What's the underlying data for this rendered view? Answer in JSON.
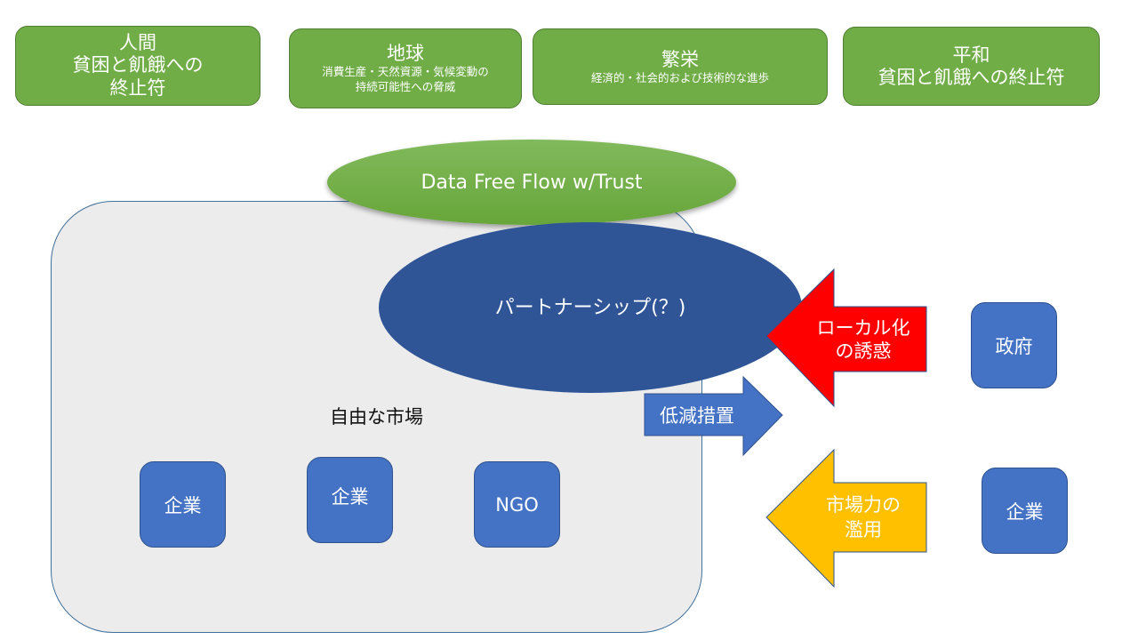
{
  "goals": [
    {
      "title": "人間",
      "lines": [
        "貧困と飢餓への",
        "終止符"
      ],
      "style": "big"
    },
    {
      "title": "地球",
      "lines": [
        "消費生産・天然資源・気候変動の",
        "持続可能性への脅威"
      ],
      "style": "small"
    },
    {
      "title": "繁栄",
      "lines": [
        "経済的・社会的および技術的な進歩"
      ],
      "style": "small"
    },
    {
      "title": "平和",
      "lines": [
        "貧困と飢餓への終止符"
      ],
      "style": "big"
    }
  ],
  "dfft": {
    "label": "Data Free Flow w/Trust",
    "color": "#70ad47"
  },
  "partnership": {
    "label": "パートナーシップ(？)",
    "color": "#2f5597"
  },
  "market": {
    "label": "自由な市場",
    "nodes": [
      "企業",
      "企業",
      "NGO"
    ]
  },
  "arrows": {
    "localization": {
      "lines": [
        "ローカル化",
        "の誘惑"
      ],
      "color": "#ff0000"
    },
    "mitigation": {
      "label": "低減措置",
      "color": "#4472c4"
    },
    "market_power": {
      "lines": [
        "市場力の",
        "濫用"
      ],
      "color": "#ffc000"
    }
  },
  "actors": {
    "government": "政府",
    "company": "企業"
  }
}
